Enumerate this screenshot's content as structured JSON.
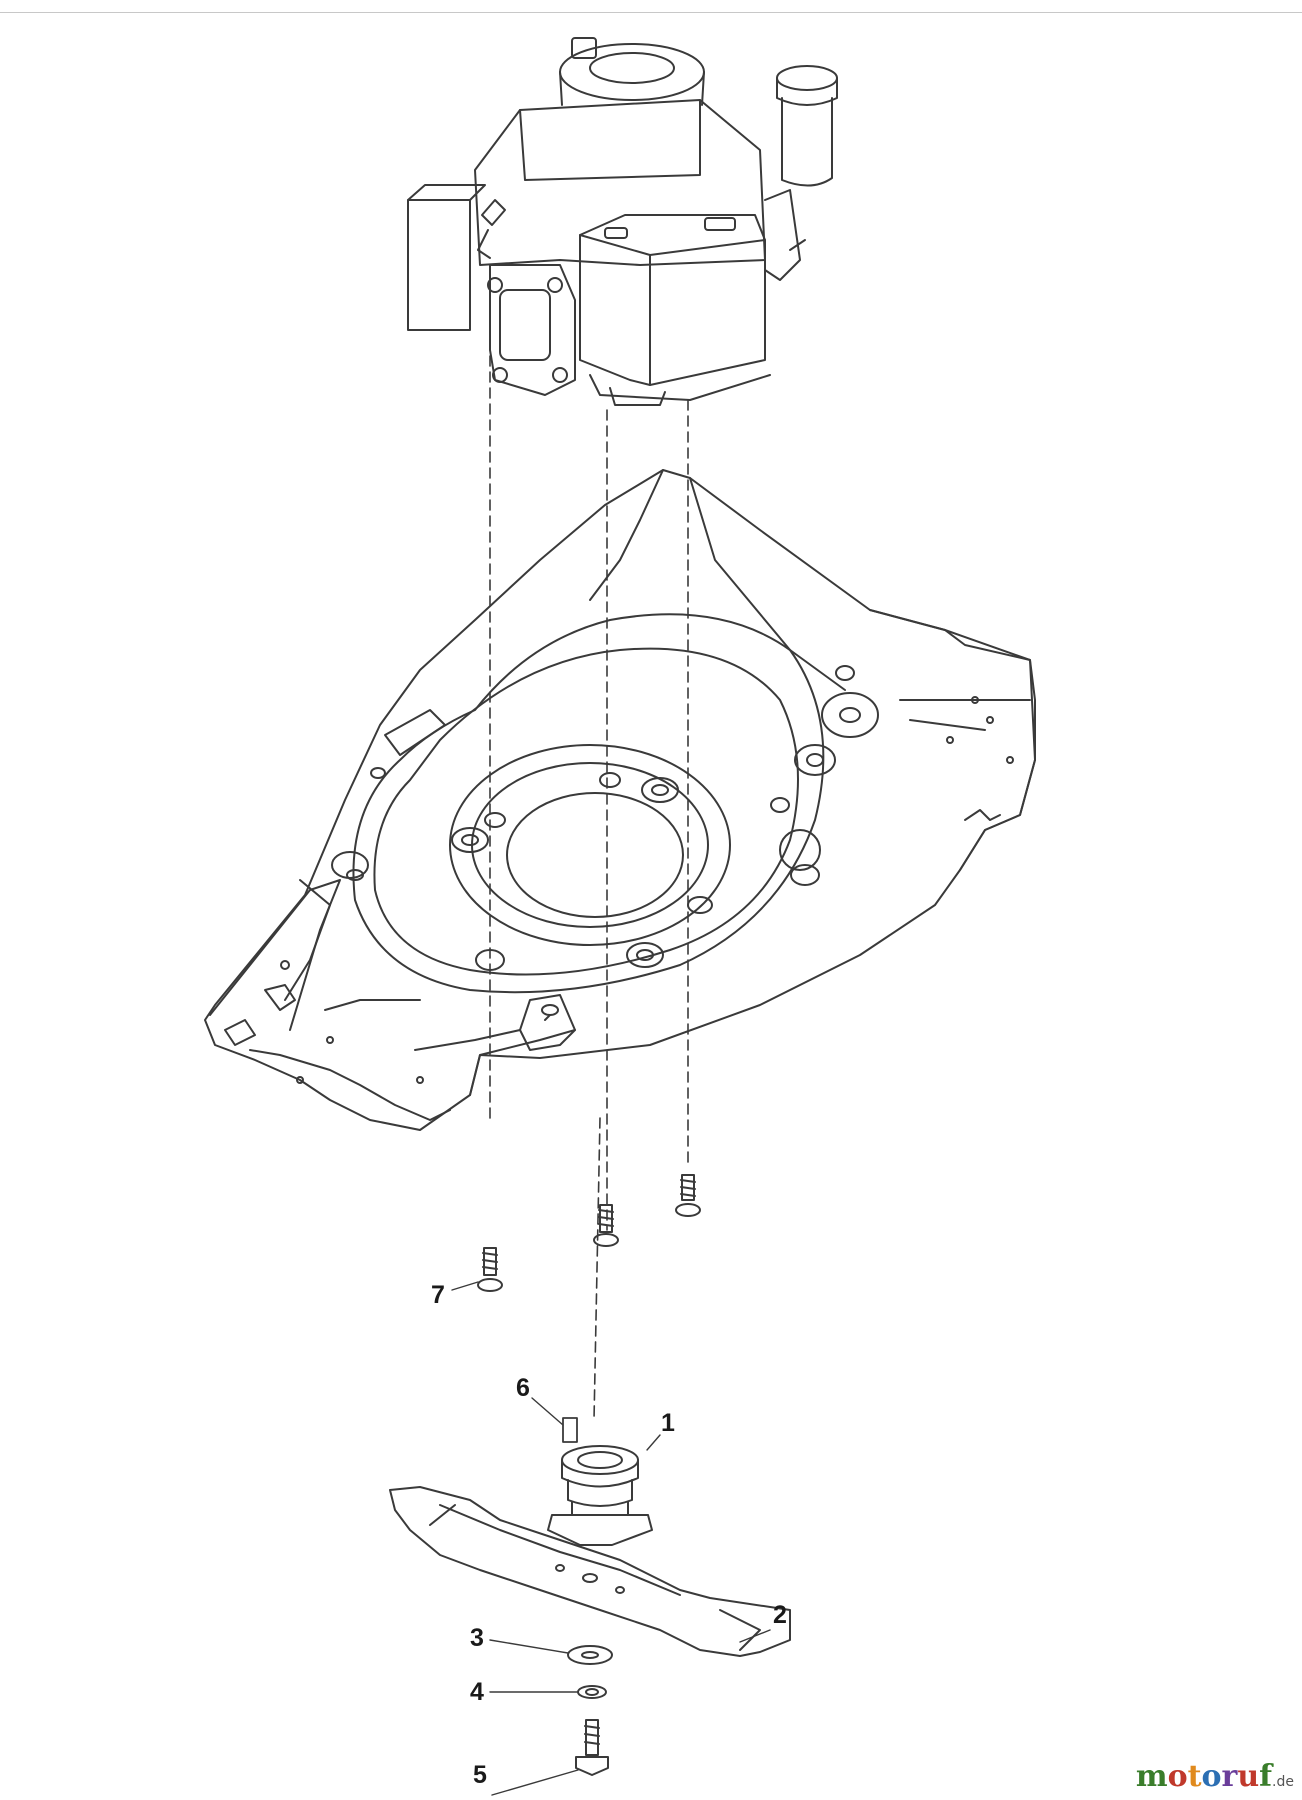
{
  "callouts": [
    {
      "id": "1",
      "text": "1"
    },
    {
      "id": "2",
      "text": "2"
    },
    {
      "id": "3",
      "text": "3"
    },
    {
      "id": "4",
      "text": "4"
    },
    {
      "id": "5",
      "text": "5"
    },
    {
      "id": "6",
      "text": "6"
    },
    {
      "id": "7",
      "text": "7"
    }
  ],
  "branding": {
    "name": "motoruf",
    "tld": ".de"
  },
  "colors": {
    "line": "#3a3a3a",
    "accent_green": "#3a7d2b",
    "accent_red": "#c0392b",
    "accent_orange": "#e08a1e",
    "accent_blue": "#2c6fb3"
  }
}
